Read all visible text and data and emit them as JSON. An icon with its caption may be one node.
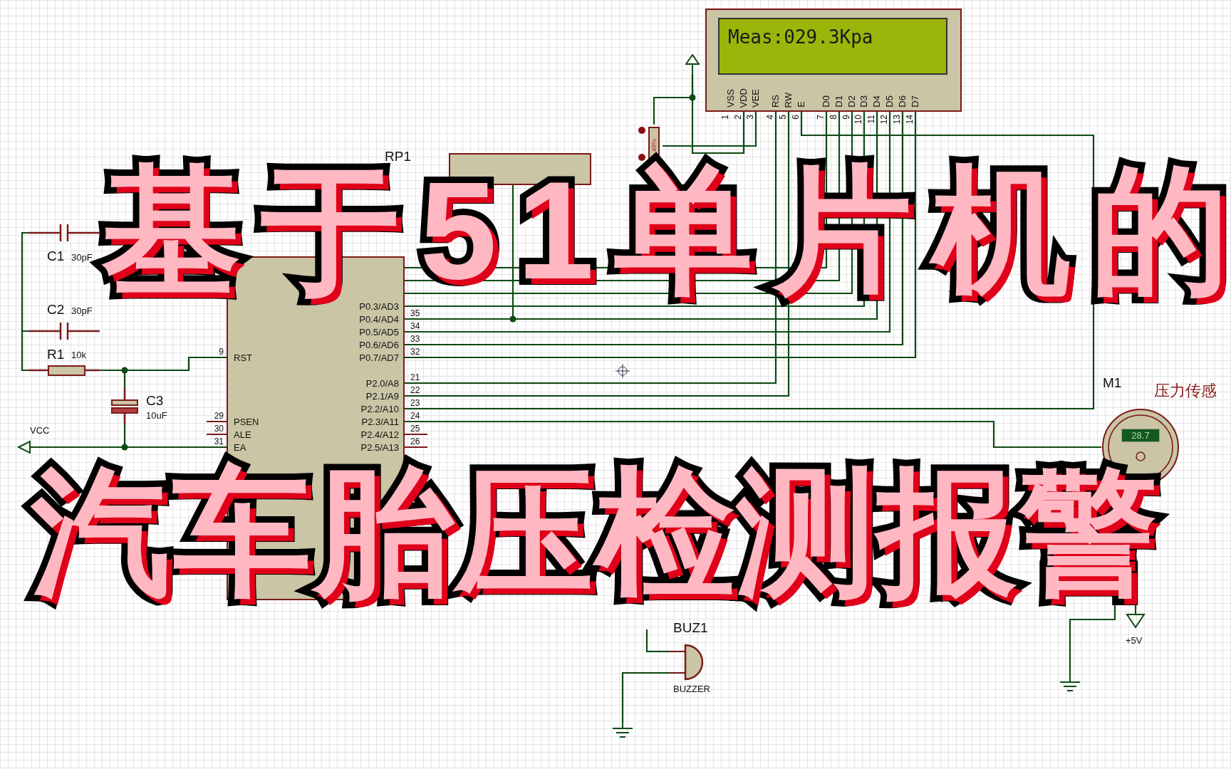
{
  "diagram": {
    "nodes": [
      {
        "text": [
          "Meas:029.3Kpa",
          "VSS",
          "VDD",
          "VEE",
          "RS",
          "RW",
          "E",
          "D0",
          "D1",
          "D2",
          "D3",
          "D4",
          "D5",
          "D6",
          "D7"
        ]
      },
      {
        "text": [
          "RP1"
        ]
      },
      {
        "text": [
          "C1",
          "30pF"
        ]
      },
      {
        "text": [
          "C2",
          "30pF"
        ]
      },
      {
        "text": [
          "R1",
          "10k"
        ]
      },
      {
        "text": [
          "C3",
          "10uF"
        ]
      },
      {
        "text": [
          "RST",
          "PSEN",
          "ALE",
          "EA",
          "P0.3/AD3",
          "P0.4/AD4",
          "P0.5/AD5",
          "P0.6/AD6",
          "P0.7/AD7",
          "P2.0/A8",
          "P2.1/A9",
          "P2.2/A10",
          "P2.3/A11",
          "P2.4/A12",
          "P2.5/A13"
        ]
      },
      {
        "text": [
          "49%"
        ]
      },
      {
        "text": [
          "VCC"
        ]
      },
      {
        "text": [
          "BUZ1",
          "BUZZER"
        ]
      },
      {
        "text": [
          "M1",
          "28.7"
        ],
        "beside": [
          "压力传感"
        ]
      },
      {
        "text": [
          "+5V"
        ]
      },
      {
        "text": [],
        "shape": "ground"
      },
      {
        "text": [],
        "shape": "ground"
      },
      {
        "text": [],
        "shape": "terminal"
      }
    ],
    "edges": [
      {
        "from": 2,
        "to": 3,
        "arrow": "none"
      },
      {
        "from": 3,
        "to": 4,
        "arrow": "none"
      },
      {
        "from": 4,
        "to": 6,
        "arrow": "none"
      },
      {
        "from": 5,
        "to": 6,
        "arrow": "none"
      },
      {
        "from": 6,
        "to": 8,
        "arrow": "none"
      },
      {
        "from": 5,
        "to": 8,
        "arrow": "none"
      },
      {
        "from": 7,
        "to": 0,
        "arrow": "none"
      },
      {
        "from": 7,
        "to": 14,
        "arrow": "none"
      },
      {
        "from": 0,
        "to": 14,
        "arrow": "none"
      },
      {
        "from": 6,
        "to": 0,
        "arrow": "none"
      },
      {
        "from": 6,
        "to": 0,
        "arrow": "none"
      },
      {
        "from": 6,
        "to": 0,
        "arrow": "none"
      },
      {
        "from": 6,
        "to": 0,
        "arrow": "none"
      },
      {
        "from": 6,
        "to": 0,
        "arrow": "none"
      },
      {
        "from": 6,
        "to": 0,
        "arrow": "none"
      },
      {
        "from": 6,
        "to": 0,
        "arrow": "none"
      },
      {
        "from": 6,
        "to": 0,
        "arrow": "none"
      },
      {
        "from": 6,
        "to": 0,
        "arrow": "none"
      },
      {
        "from": 6,
        "to": 0,
        "arrow": "none"
      },
      {
        "from": 6,
        "to": 0,
        "arrow": "none"
      },
      {
        "from": 6,
        "to": 10,
        "arrow": "none"
      },
      {
        "from": 1,
        "to": 6,
        "arrow": "none"
      },
      {
        "from": 11,
        "to": 10,
        "arrow": "none"
      },
      {
        "from": 10,
        "to": 13,
        "arrow": "none"
      },
      {
        "from": 9,
        "to": 12,
        "arrow": "none"
      },
      {
        "from": null,
        "to": 9,
        "arrow": "none"
      }
    ],
    "labels": [
      "基于51单片机的",
      "汽车胎压检测报警",
      "1",
      "2",
      "3",
      "4",
      "5",
      "6",
      "7",
      "8",
      "9",
      "10",
      "11",
      "12",
      "13",
      "14",
      "9",
      "29",
      "30",
      "31",
      "35",
      "34",
      "33",
      "32",
      "21",
      "22",
      "23",
      "24",
      "25",
      "26"
    ]
  }
}
